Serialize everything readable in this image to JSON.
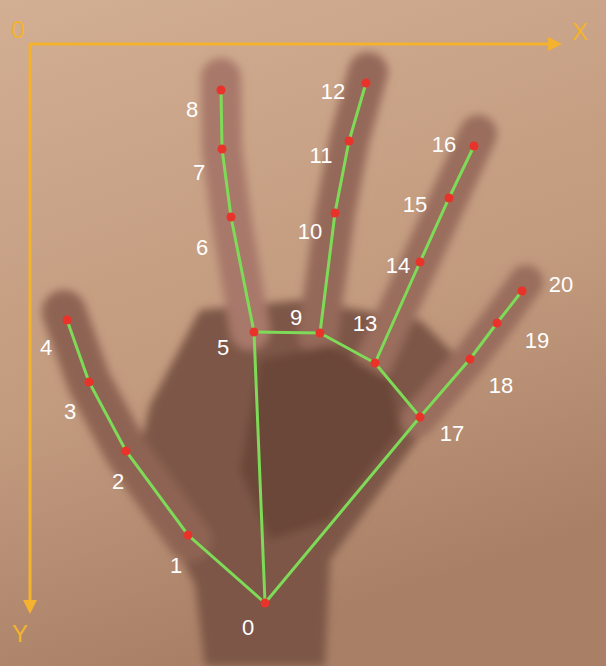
{
  "diagram": {
    "labels": [
      "0",
      "X",
      "12",
      "8",
      "16",
      "11",
      "7",
      "15",
      "10",
      "6",
      "14",
      "20",
      "9",
      "13",
      "19",
      "4",
      "5",
      "18",
      "3",
      "17",
      "2",
      "1",
      "0",
      "Y"
    ]
  }
}
